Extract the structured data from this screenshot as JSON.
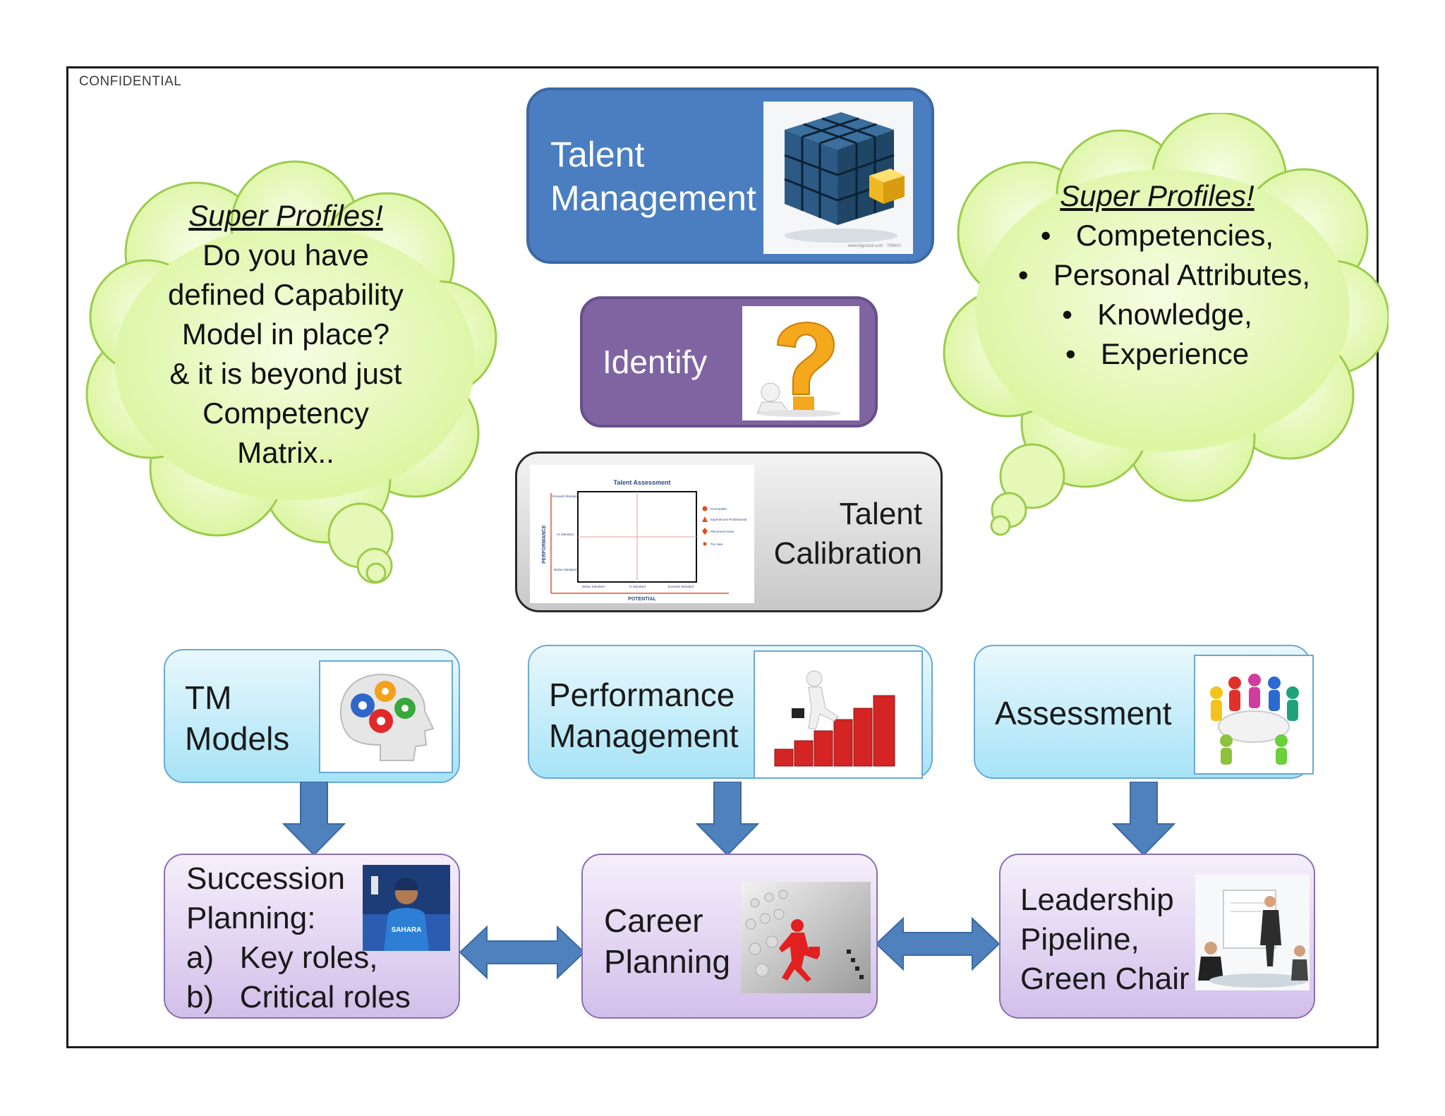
{
  "header": {
    "confidential": "CONFIDENTIAL"
  },
  "top": {
    "talent_management": "Talent\nManagement",
    "identify": "Identify",
    "talent_calibration": "Talent\nCalibration",
    "ta_chart": {
      "title": "Talent Assessment",
      "ylabel": "PERFORMANCE",
      "xlabel": "POTENTIAL",
      "yticks": [
        "Exceeds Standard",
        "At Standard",
        "Below Standard"
      ],
      "xticks": [
        "Below Standard",
        "At Standard",
        "Exceeds Standard"
      ],
      "legend": [
        "Promotable",
        "Experienced Professional",
        "Placement issue",
        "Too New"
      ]
    },
    "cube_watermark": "www.bigstock.com · 769610"
  },
  "cloud_left": {
    "heading": "Super Profiles!",
    "text": "Do you have\ndefined Capability\nModel in place?\n& it is beyond just\nCompetency\nMatrix.."
  },
  "cloud_right": {
    "heading": "Super Profiles!",
    "items": [
      "Competencies,",
      "Personal Attributes,",
      "Knowledge,",
      "Experience"
    ]
  },
  "row1": {
    "tm_models": "TM\nModels",
    "performance_management": "Performance\nManagement",
    "assessment": "Assessment"
  },
  "row2": {
    "succession_title": "Succession\nPlanning:",
    "succession_items": [
      "a)   Key roles,",
      "b)   Critical roles"
    ],
    "career_planning": "Career\nPlanning",
    "leadership_pipeline": "Leadership\nPipeline,\nGreen Chair",
    "jersey_text": "SAHARA"
  },
  "colors": {
    "talent_blue": "#4b7fc0",
    "identify_purple": "#8064a2",
    "arrow_blue": "#4f81bd",
    "cloud_green": "#e4f8b4",
    "cloud_border": "#9ccc4e",
    "bar_red": "#d42424"
  }
}
